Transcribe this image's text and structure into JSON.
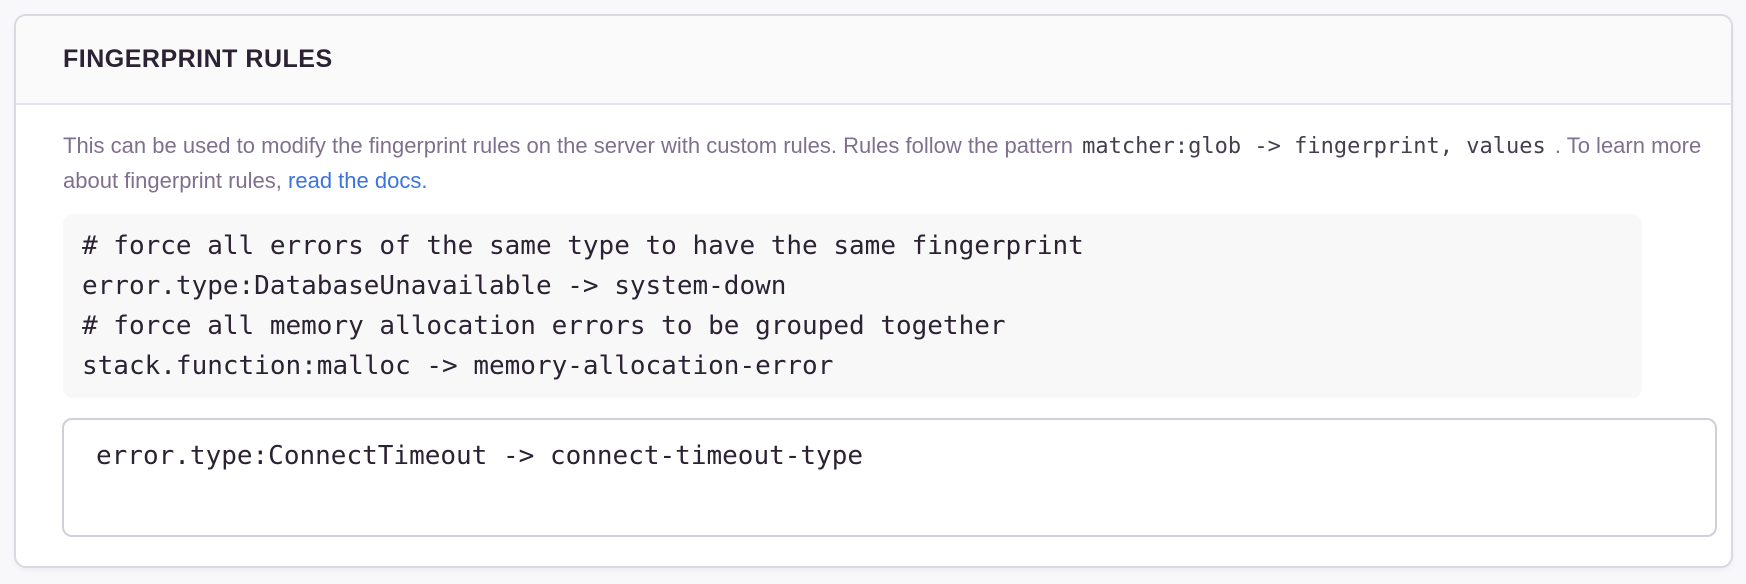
{
  "colors": {
    "page_background": "#f8f8fa",
    "panel_background": "#ffffff",
    "panel_border": "#dad8e1",
    "header_background": "#fafafb",
    "title_text": "#2b2233",
    "description_text": "#80708f",
    "inline_code_text": "#453e4f",
    "link_blue": "#3c74dd",
    "code_block_background": "#f8f8f9",
    "code_text": "#2b2233",
    "input_border": "#d2cfda"
  },
  "panel": {
    "header": {
      "title": "FINGERPRINT RULES"
    },
    "description": {
      "text_before_code": "This can be used to modify the fingerprint rules on the server with custom rules. Rules follow the pattern ",
      "inline_code": "matcher:glob -> fingerprint, values",
      "text_between": " . To learn more about fingerprint rules, ",
      "link_label": "read the docs."
    },
    "example_code": {
      "lines": [
        "# force all errors of the same type to have the same fingerprint",
        "error.type:DatabaseUnavailable -> system-down",
        "# force all memory allocation errors to be grouped together",
        "stack.function:malloc -> memory-allocation-error"
      ]
    },
    "rules_input": {
      "value": "error.type:ConnectTimeout -> connect-timeout-type"
    }
  }
}
